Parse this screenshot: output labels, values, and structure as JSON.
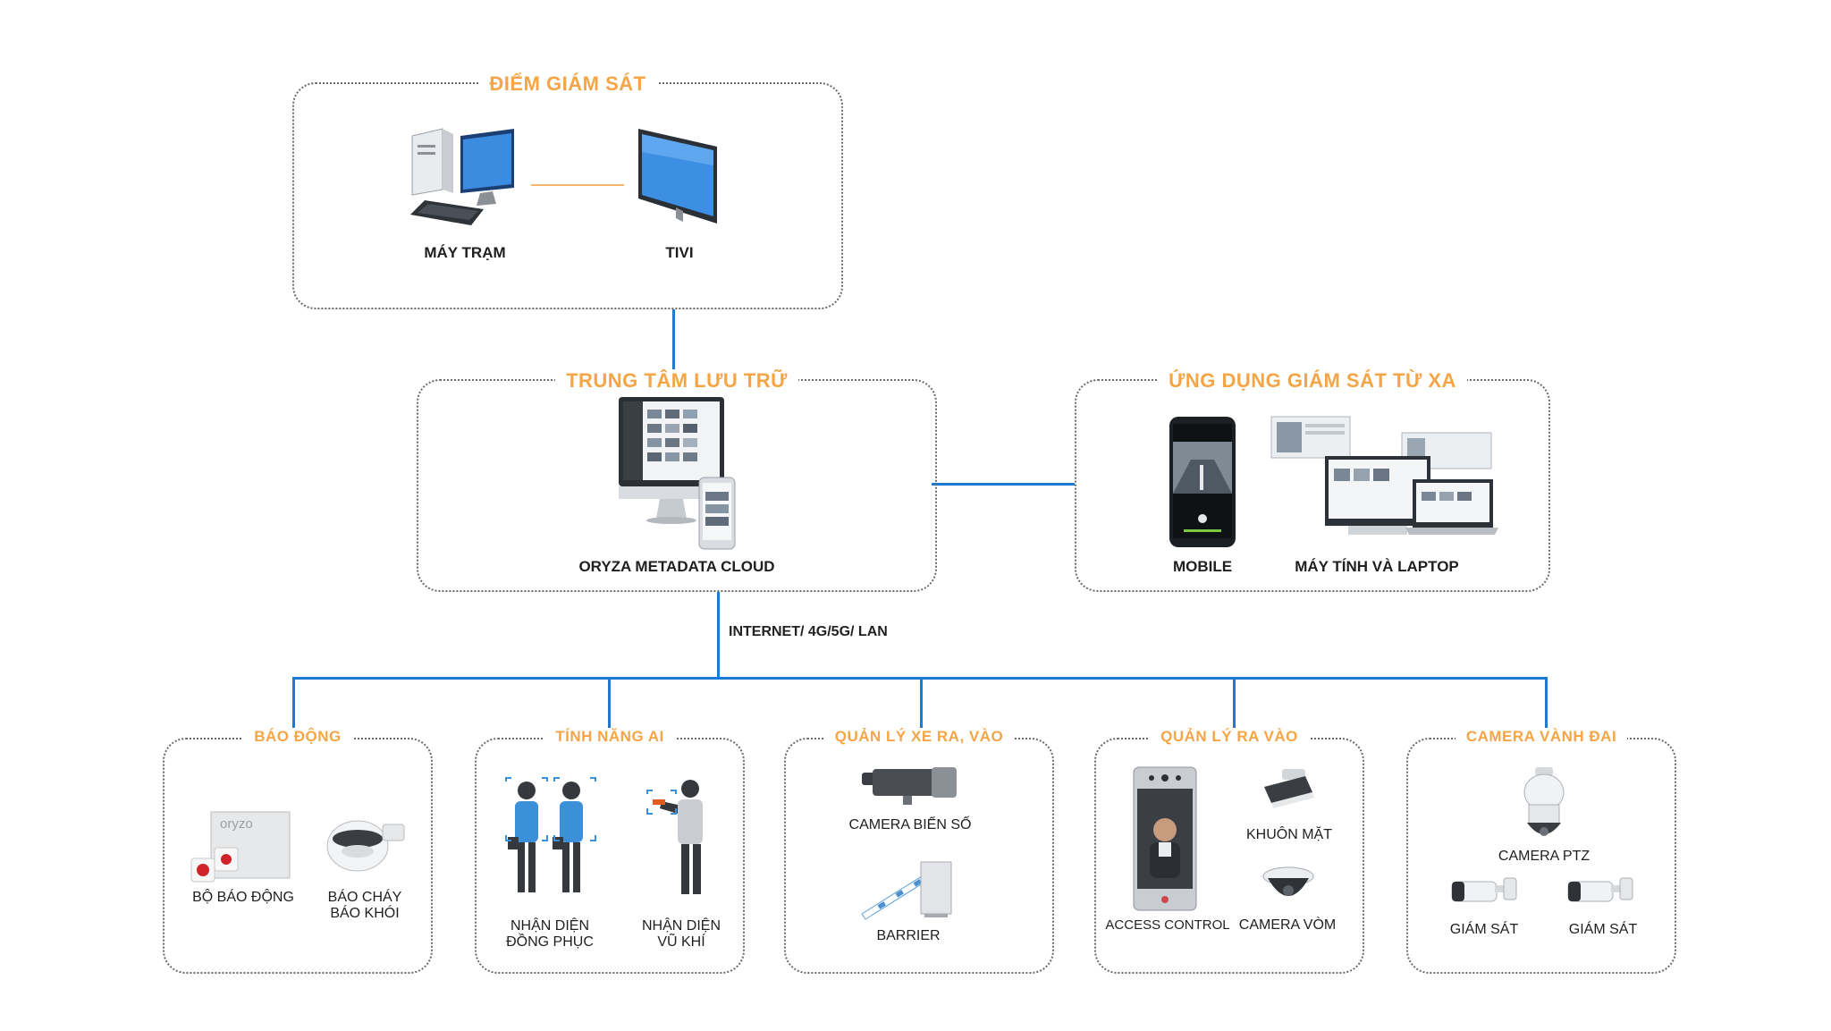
{
  "monitoring_point": {
    "title": "ĐIỂM GIÁM SÁT",
    "workstation_label": "MÁY TRẠM",
    "tv_label": "TIVI"
  },
  "storage_center": {
    "title": "TRUNG TÂM LƯU TRỮ",
    "cloud_label": "ORYZA METADATA CLOUD"
  },
  "remote_app": {
    "title": "ỨNG DỤNG GIÁM SÁT TỪ XA",
    "mobile_label": "MOBILE",
    "pc_label": "MÁY TÍNH VÀ LAPTOP"
  },
  "network_label": "INTERNET/ 4G/5G/ LAN",
  "groups": {
    "alarm": {
      "title": "BÁO ĐỘNG",
      "alarm_kit_label": "BỘ BÁO ĐỘNG",
      "fire_label_line1": "BÁO CHÁY",
      "fire_label_line2": "BÁO KHÓI",
      "brand": "oryzo"
    },
    "ai": {
      "title": "TÍNH NĂNG AI",
      "uniform_line1": "NHẬN DIỆN",
      "uniform_line2": "ĐỒNG PHỤC",
      "weapon_line1": "NHẬN DIỆN",
      "weapon_line2": "VŨ KHÍ"
    },
    "vehicle": {
      "title": "QUẢN LÝ XE RA, VÀO",
      "plate_camera_label": "CAMERA BIỂN SỐ",
      "barrier_label": "BARRIER"
    },
    "access": {
      "title": "QUẢN LÝ RA VÀO",
      "access_control_label": "ACCESS CONTROL",
      "face_label": "KHUÔN MẶT",
      "dome_label": "CAMERA VÒM"
    },
    "perimeter": {
      "title": "CAMERA VÀNH ĐAI",
      "ptz_label": "CAMERA PTZ",
      "monitor1_label": "GIÁM SÁT",
      "monitor2_label": "GIÁM SÁT"
    }
  },
  "colors": {
    "accent": "#f5a545",
    "connector": "#1e79d2",
    "border": "#6b6b6b"
  }
}
